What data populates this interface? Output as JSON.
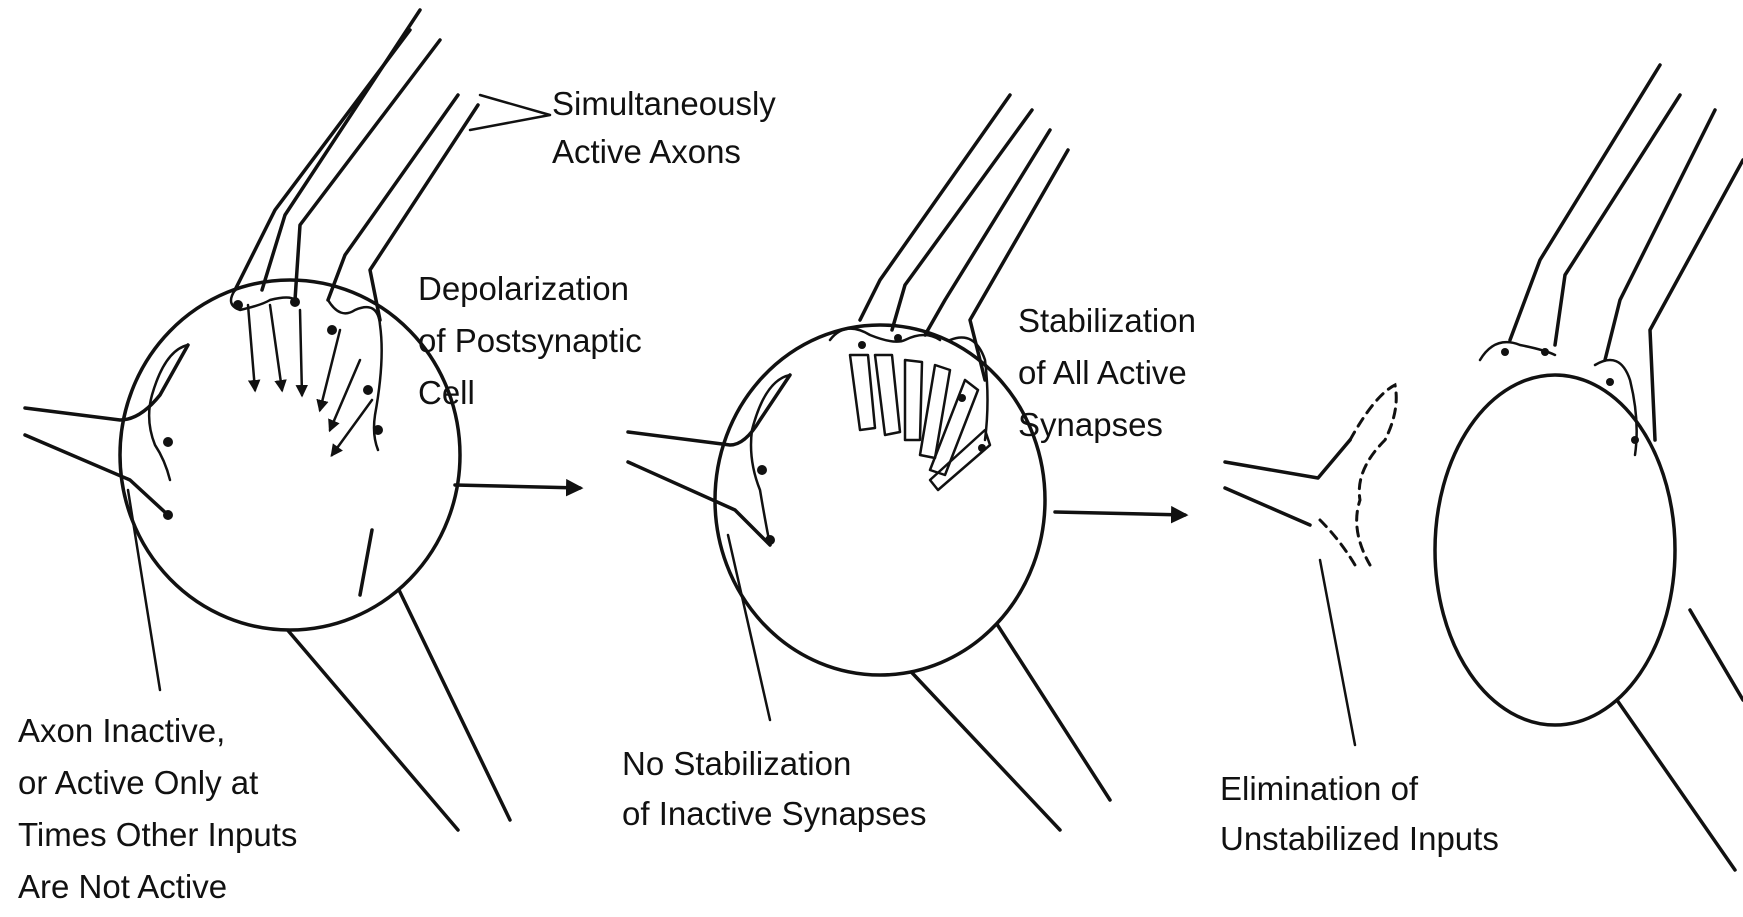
{
  "diagram": {
    "labels": {
      "active_axons": [
        "Simultaneously",
        "Active Axons"
      ],
      "depolarization": [
        "Depolarization",
        "of Postsynaptic",
        "Cell"
      ],
      "axon_inactive": [
        "Axon Inactive,",
        "or Active Only at",
        "Times Other Inputs",
        "Are Not Active"
      ],
      "stabilization_active": [
        "Stabilization",
        "of All Active",
        "Synapses"
      ],
      "no_stabilization": [
        "No Stabilization",
        "of Inactive Synapses"
      ],
      "elimination": [
        "Elimination of",
        "Unstabilized Inputs"
      ]
    },
    "stages": 3,
    "colors": {
      "ink": "#111111",
      "background": "#ffffff"
    }
  }
}
